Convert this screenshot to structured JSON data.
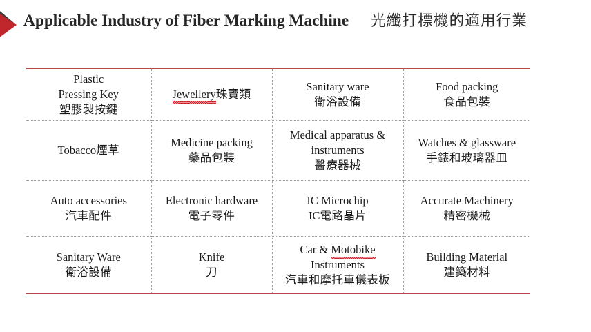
{
  "header": {
    "title_en": "Applicable Industry of Fiber Marking Machine",
    "title_zh": "光纖打標機的適用行業",
    "decor_icon": "double-arrow-icon",
    "colors": {
      "accent_red": "#c0272d",
      "decor_gray": "#3d3d3d",
      "rule_red": "#b8474b",
      "title_text": "#262626"
    }
  },
  "table": {
    "name": "applicable-industry-table",
    "columns": 4,
    "rows": 4,
    "border_style": "dotted-gray-inner-red-solid-outer-horizontal",
    "cells": [
      [
        {
          "lines": [
            "Plastic",
            "Pressing Key",
            "塑膠製按鍵"
          ],
          "spellcheck": []
        },
        {
          "lines": [
            "Jewellery珠寶類"
          ],
          "spellcheck": [
            "Jewellery"
          ]
        },
        {
          "lines": [
            "Sanitary ware",
            "衛浴設備"
          ],
          "spellcheck": []
        },
        {
          "lines": [
            "Food packing",
            "食品包裝"
          ],
          "spellcheck": []
        }
      ],
      [
        {
          "lines": [
            "Tobacco煙草"
          ],
          "spellcheck": []
        },
        {
          "lines": [
            "Medicine packing",
            "藥品包裝"
          ],
          "spellcheck": []
        },
        {
          "lines": [
            "Medical apparatus &",
            "instruments",
            "醫療器械"
          ],
          "spellcheck": []
        },
        {
          "lines": [
            "Watches & glassware",
            "手錶和玻璃器皿"
          ],
          "spellcheck": []
        }
      ],
      [
        {
          "lines": [
            "Auto accessories",
            "汽車配件"
          ],
          "spellcheck": []
        },
        {
          "lines": [
            "Electronic hardware",
            "電子零件"
          ],
          "spellcheck": []
        },
        {
          "lines": [
            "IC Microchip",
            "IC電路晶片"
          ],
          "spellcheck": []
        },
        {
          "lines": [
            "Accurate Machinery",
            "精密機械"
          ],
          "spellcheck": []
        }
      ],
      [
        {
          "lines": [
            "Sanitary Ware",
            "衛浴設備"
          ],
          "spellcheck": []
        },
        {
          "lines": [
            "Knife",
            "刀"
          ],
          "spellcheck": []
        },
        {
          "lines": [
            "Car & Motobike",
            "Instruments",
            "汽車和摩托車儀表板"
          ],
          "spellcheck": [
            "Motobike"
          ]
        },
        {
          "lines": [
            "Building Material",
            "建築材料"
          ],
          "spellcheck": []
        }
      ]
    ]
  }
}
